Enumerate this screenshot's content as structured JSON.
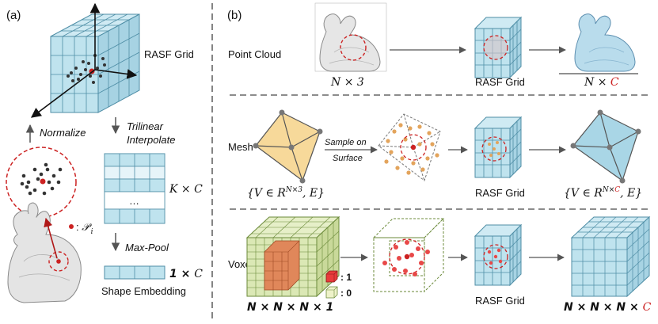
{
  "colors": {
    "grid_fill": "#bfe3ee",
    "grid_stroke": "#4f8ea6",
    "mesh_fill": "#f7d99a",
    "mesh_blue": "#a9d6e6",
    "voxel_green": "#dbe8b5",
    "voxel_orange": "#e0875a",
    "accent_red": "#cc2222",
    "dash": "#555555"
  },
  "panel_a": {
    "label": "(a)",
    "rasf_grid": "RASF Grid",
    "normalize": "Normalize",
    "trilinear": "Trilinear",
    "interpolate": "Interpolate",
    "k_times": "K × ",
    "c": "C",
    "ellipsis": "…",
    "max_pool": "Max-Pool",
    "one_times": "1 × ",
    "shape_embedding": "Shape Embedding",
    "point_label_prefix": ": ",
    "point_label": "𝒫",
    "point_sub": "i"
  },
  "panel_b": {
    "label": "(b)",
    "point_cloud": {
      "title": "Point Cloud",
      "input": "N × 3",
      "grid": "RASF Grid",
      "output_prefix": "N × ",
      "output_c": "C"
    },
    "mesh": {
      "title": "Mesh",
      "sample_on": "Sample on",
      "surface": "Surface",
      "input_a": "{V ∈ R",
      "input_sup": "N×3",
      "input_b": ", E}",
      "grid": "RASF Grid",
      "output_a": "{V ∈ R",
      "output_sup_n": "N×",
      "output_sup_c": "C",
      "output_b": ", E}"
    },
    "voxel": {
      "title": "Voxel",
      "input": "N × N × N × 1",
      "legend_one": ": 1",
      "legend_zero": ": 0",
      "grid": "RASF Grid",
      "output_prefix": "N × N × N × ",
      "output_c": "C"
    }
  }
}
